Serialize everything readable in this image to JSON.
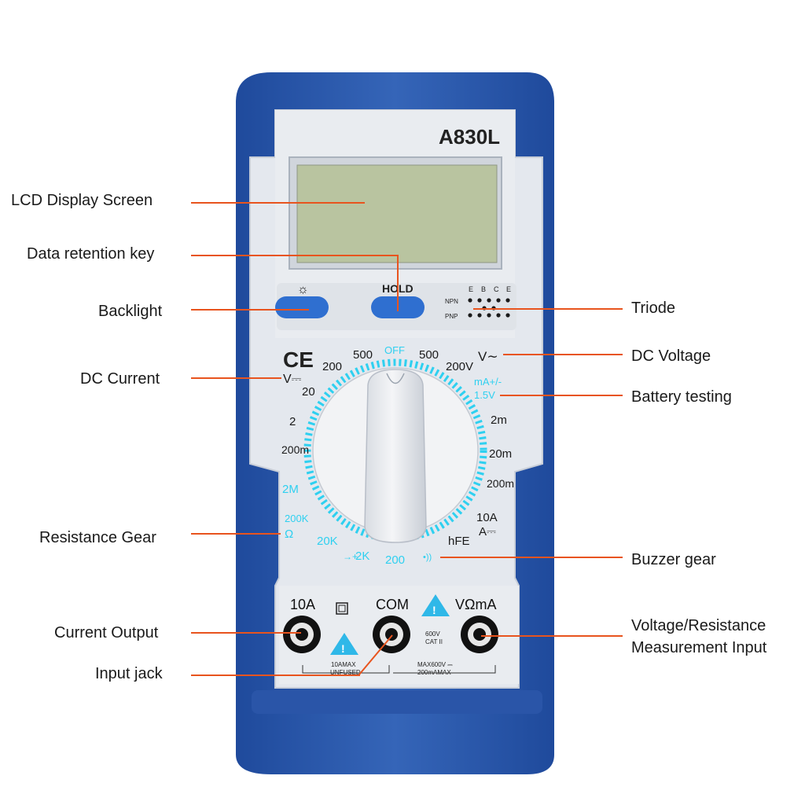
{
  "device": {
    "model": "A830L",
    "hold_label": "HOLD",
    "backlight_symbol": "☼",
    "ce_mark": "CE",
    "triode": {
      "header": [
        "E",
        "B",
        "C",
        "E"
      ],
      "rows": [
        "NPN",
        "PNP"
      ]
    },
    "dial": {
      "off": "OFF",
      "dcv_symbol": "V⎓",
      "acv_symbol": "V∼",
      "ohm_symbol": "Ω",
      "amp_symbol": "A⎓",
      "dcv_ranges": [
        "200",
        "500",
        "20",
        "2",
        "200m"
      ],
      "acv_ranges": [
        "500",
        "200V"
      ],
      "battery": [
        "mA+/-",
        "1.5V"
      ],
      "dca_ranges": [
        "2m",
        "20m",
        "200m",
        "10A"
      ],
      "res_ranges": [
        "2M",
        "200K",
        "20K",
        "2K",
        "200"
      ],
      "hfe": "hFE",
      "buzzer_symbol": "•))",
      "diode_symbol": "→+"
    },
    "jacks": [
      "10A",
      "COM",
      "VΩmA"
    ],
    "ratings": {
      "fuse_left": "10AMAX",
      "fuse_left2": "UNFUSED",
      "cat": "600V",
      "cat2": "CAT II",
      "max1": "MAX600V ⎓",
      "max2": "200mAMAX"
    }
  },
  "callouts": {
    "lcd": "LCD Display Screen",
    "data_retention": "Data retention key",
    "backlight": "Backlight",
    "dc_current": "DC Current",
    "resistance": "Resistance Gear",
    "current_output": "Current Output",
    "input_jack": "Input jack",
    "triode": "Triode",
    "dc_voltage": "DC Voltage",
    "battery": "Battery testing",
    "buzzer": "Buzzer gear",
    "vr_input": "Voltage/Resistance\nMeasurement Input"
  },
  "colors": {
    "body_blue": "#2a55a8",
    "panel": "#e9ecf0",
    "lcd": "#b9c4a0",
    "dial_glow": "#2fd0f0",
    "leader": "#e8541e"
  }
}
